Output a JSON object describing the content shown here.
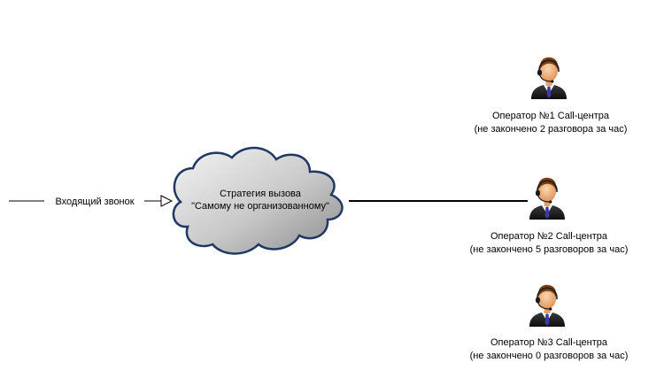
{
  "incoming_call": {
    "label": "Входящий звонок"
  },
  "strategy": {
    "line1": "Стратегия вызова",
    "line2": "\"Самому не организованному\""
  },
  "operators": [
    {
      "name": "Оператор №1 Call-центра",
      "status": "(не закончено 2 разговора за час)"
    },
    {
      "name": "Оператор №2 Call-центра",
      "status": "(не закончено 5 разговоров за час)"
    },
    {
      "name": "Оператор №3 Call-центра",
      "status": "(не закончено 0 разговоров за час)"
    }
  ],
  "icons": {
    "operator": "operator-headset-icon",
    "cloud": "cloud-icon",
    "arrow": "open-arrowhead-icon"
  },
  "colors": {
    "cloud_outline": "#1f3864",
    "cloud_fill_light": "#f4f4f4",
    "cloud_fill_dark": "#8c8c8c",
    "connector": "#000000",
    "suit": "#1c1c1c",
    "skin": "#f2b886",
    "hair": "#7a3e12",
    "tie": "#3a3aa8"
  }
}
